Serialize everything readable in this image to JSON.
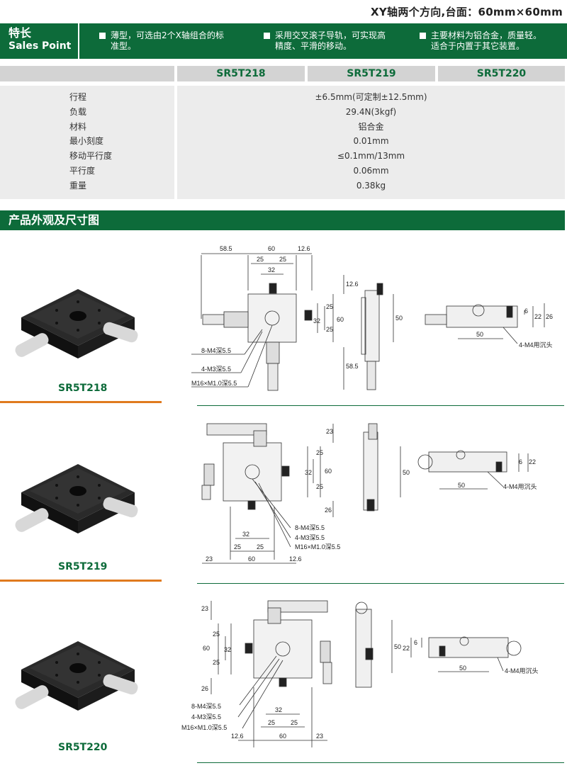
{
  "header": {
    "title": "XY轴两个方向,台面：60mm×60mm"
  },
  "sales_point": {
    "label_cn": "特长",
    "label_en": "Sales Point",
    "items": [
      {
        "line1": "薄型，可选由2个X轴组合的标",
        "line2": "准型。"
      },
      {
        "line1": "采用交叉滚子导轨，可实现高",
        "line2": "精度、平滑的移动。"
      },
      {
        "line1": "主要材料为铝合金，质量轻。",
        "line2": "适合于内置于其它装置。"
      }
    ]
  },
  "models": [
    "SR5T218",
    "SR5T219",
    "SR5T220"
  ],
  "specs": [
    {
      "label": "行程",
      "value": "±6.5mm(可定制±12.5mm)"
    },
    {
      "label": "负载",
      "value": "29.4N(3kgf)"
    },
    {
      "label": "材料",
      "value": "铝合金"
    },
    {
      "label": "最小刻度",
      "value": "0.01mm"
    },
    {
      "label": "移动平行度",
      "value": "≤0.1mm/13mm"
    },
    {
      "label": "平行度",
      "value": "0.06mm"
    },
    {
      "label": "重量",
      "value": "0.38kg"
    }
  ],
  "section_title": "产品外观及尺寸图",
  "products": [
    {
      "name": "SR5T218",
      "dims": {
        "d58_5": "58.5",
        "d60": "60",
        "d12_6": "12.6",
        "d25a": "25",
        "d25b": "25",
        "d32": "32",
        "d12_6v": "12.6",
        "d25v1": "25",
        "d25v2": "25",
        "d32v": "32",
        "d60v": "60",
        "d58_5v": "58.5",
        "d50": "50",
        "d6": "6",
        "d22": "22",
        "d26": "26",
        "d50h": "50"
      },
      "notes": [
        "8-M4深5.5",
        "4-M3深5.5",
        "M16×M1.0深5.5"
      ],
      "side_note": "4-M4用沉头"
    },
    {
      "name": "SR5T219",
      "dims": {
        "d23v": "23",
        "d25v1": "25",
        "d32v": "32",
        "d25v2": "25",
        "d60v": "60",
        "d26v": "26",
        "d50": "50",
        "d6": "6",
        "d22": "22",
        "d50h": "50",
        "d32": "32",
        "d25a": "25",
        "d25b": "25",
        "d23": "23",
        "d60": "60",
        "d12_6": "12.6"
      },
      "notes": [
        "8-M4深5.5",
        "4-M3深5.5",
        "M16×M1.0深5.5"
      ],
      "side_note": "4-M4用沉头"
    },
    {
      "name": "SR5T220",
      "dims": {
        "d23v": "23",
        "d25v1": "25",
        "d60v": "60",
        "d32v": "32",
        "d25v2": "25",
        "d26v": "26",
        "d50": "50",
        "d22": "22",
        "d6": "6",
        "d50h": "50",
        "d32": "32",
        "d25a": "25",
        "d25b": "25",
        "d12_6": "12.6",
        "d60": "60",
        "d23": "23"
      },
      "notes": [
        "8-M4深5.5",
        "4-M3深5.5",
        "M16×M1.0深5.5"
      ],
      "side_note": "4-M4用沉头"
    }
  ]
}
